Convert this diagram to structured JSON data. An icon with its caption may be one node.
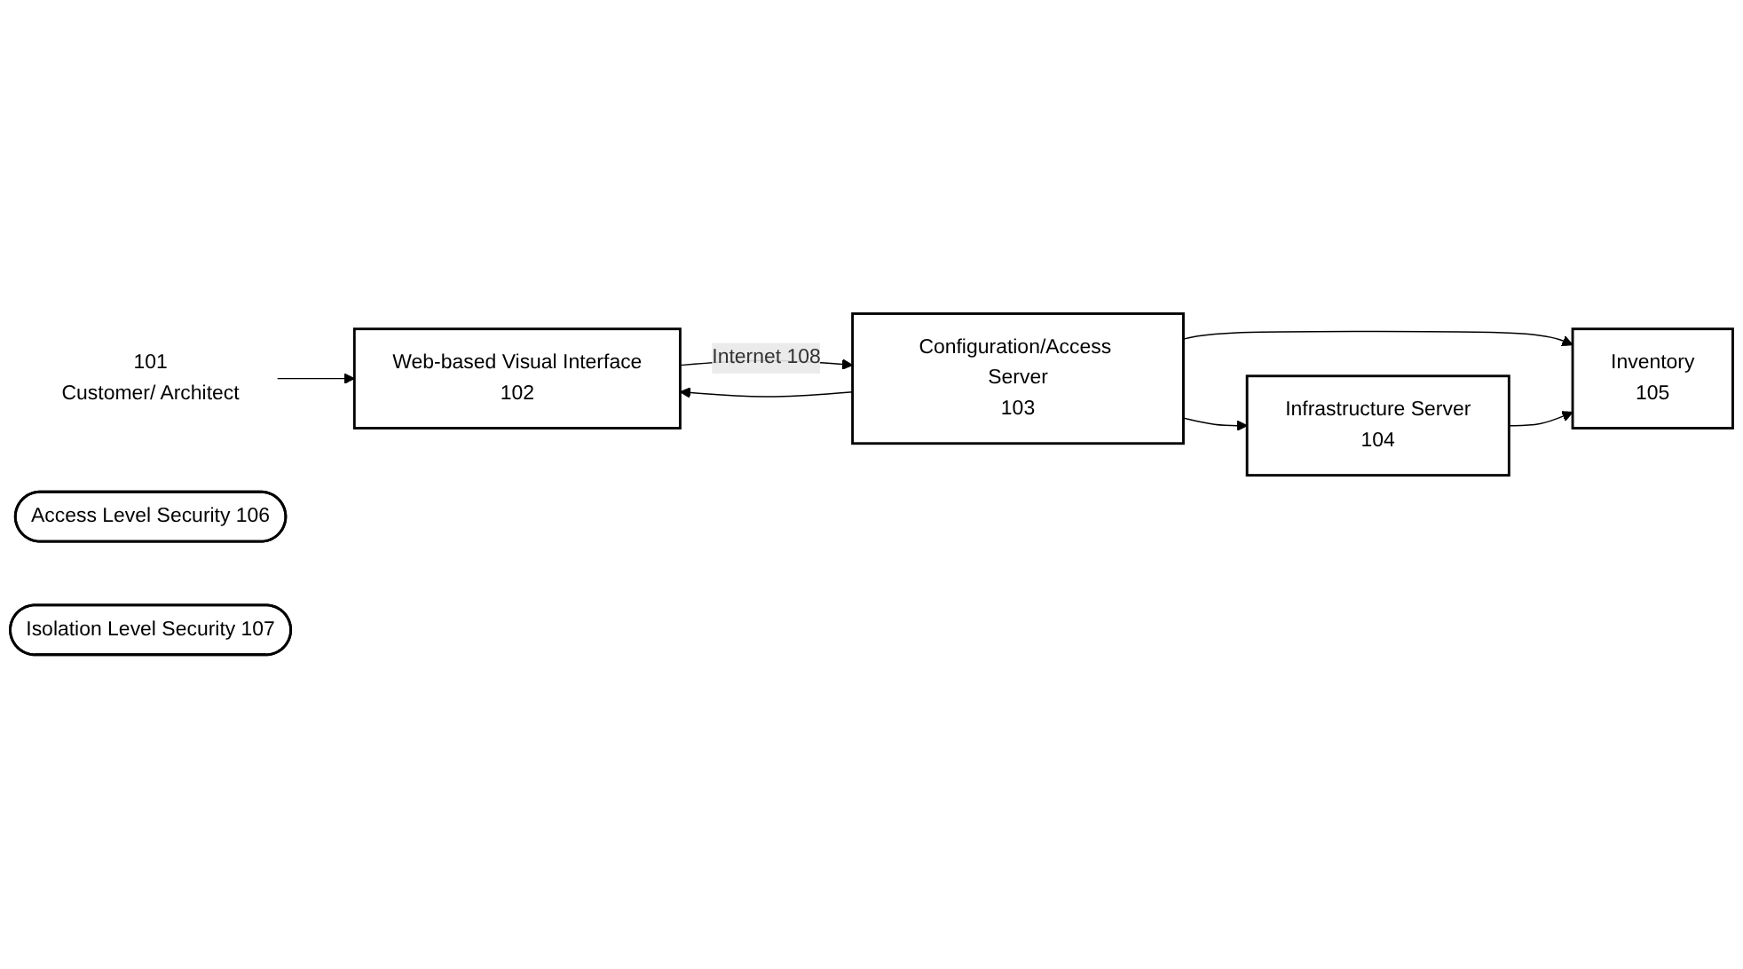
{
  "diagram": {
    "nodes": [
      {
        "text": [
          "101",
          "Customer/ Architect"
        ]
      },
      {
        "text": [
          "Web-based Visual Interface",
          "102"
        ]
      },
      {
        "text": [
          "Configuration/Access Server",
          "103"
        ]
      },
      {
        "text": [
          "Infrastructure Server",
          "104"
        ]
      },
      {
        "text": [
          "Inventory",
          "105"
        ]
      },
      {
        "text": [
          "Access Level Security 106"
        ]
      },
      {
        "text": [
          "Isolation Level Security 107"
        ]
      }
    ],
    "edges": [
      {
        "from": 0,
        "to": 1,
        "arrow": "to"
      },
      {
        "from": 1,
        "to": 2,
        "arrow": "to",
        "label": "Internet 108"
      },
      {
        "from": 2,
        "to": 1,
        "arrow": "to"
      },
      {
        "from": 2,
        "to": 3,
        "arrow": "to"
      },
      {
        "from": 2,
        "to": 4,
        "arrow": "to"
      },
      {
        "from": 3,
        "to": 4,
        "arrow": "to"
      }
    ]
  }
}
